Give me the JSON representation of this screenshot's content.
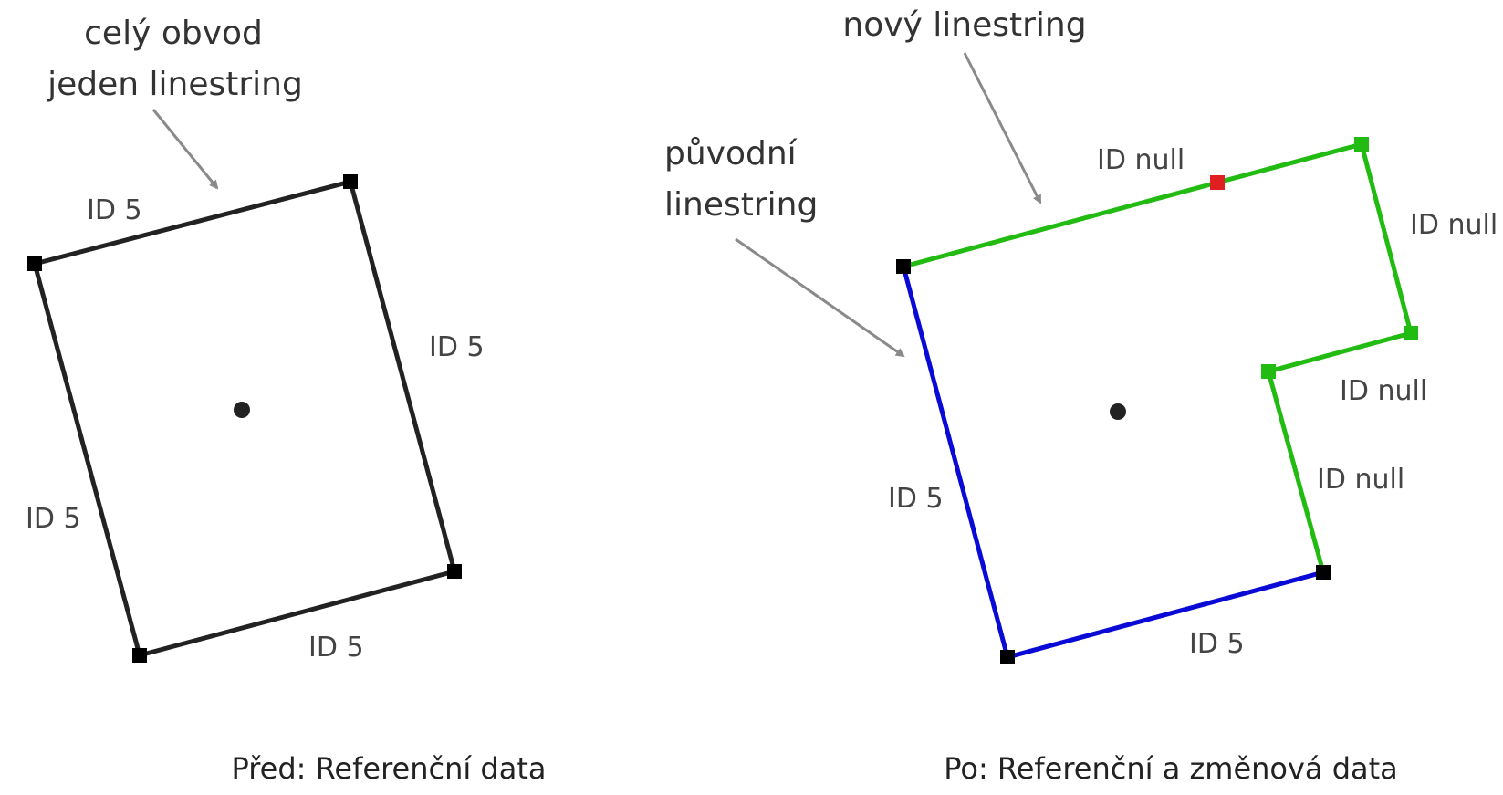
{
  "colors": {
    "reference_line": "#222222",
    "original_line": "#0a0ad6",
    "new_line": "#22bb11",
    "vertex": "#000000",
    "new_vertex": "#22bb11",
    "split_vertex": "#e02020",
    "arrow": "#8a8a8a"
  },
  "left": {
    "note_line1": "celý obvod",
    "note_line2": "jeden linestring",
    "label_top": "ID 5",
    "label_right": "ID 5",
    "label_left": "ID 5",
    "label_bottom": "ID 5",
    "caption": "Před: Referenční data"
  },
  "right": {
    "note_new": "nový linestring",
    "note_orig_line1": "původní",
    "note_orig_line2": "linestring",
    "label_top": "ID null",
    "label_right_upper": "ID null",
    "label_notch": "ID null",
    "label_right_lower": "ID null",
    "label_left": "ID 5",
    "label_bottom": "ID 5",
    "caption": "Po: Referenční a změnová data"
  }
}
